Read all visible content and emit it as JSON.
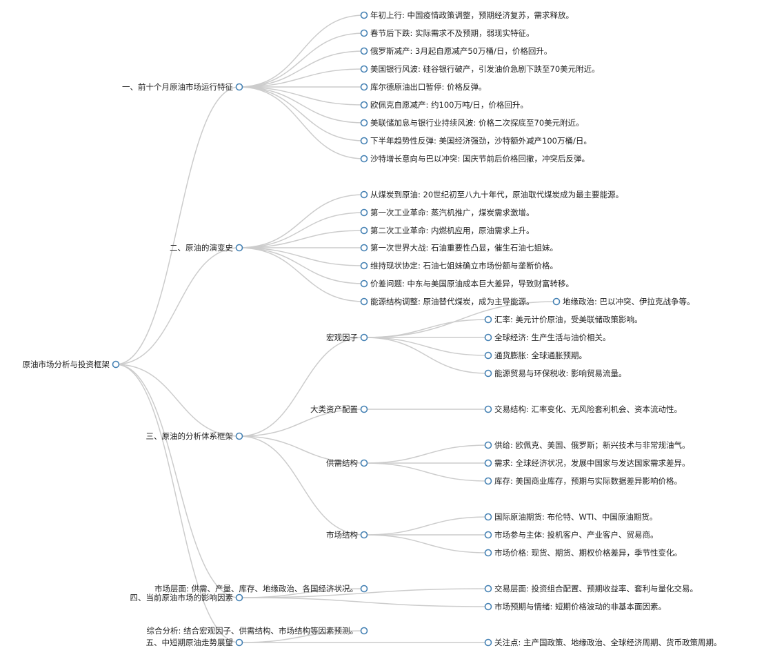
{
  "mindmap": {
    "root": {
      "name": "原油市场分析与投资框架",
      "children": [
        {
          "name": "一、前十个月原油市场运行特征",
          "children": [
            {
              "name": "年初上行: 中国疫情政策调整，预期经济复苏，需求释放。"
            },
            {
              "name": "春节后下跌: 实际需求不及预期，弱现实特征。"
            },
            {
              "name": "俄罗斯减产: 3月起自愿减产50万桶/日，价格回升。"
            },
            {
              "name": "美国银行风波: 硅谷银行破产，引发油价急剧下跌至70美元附近。"
            },
            {
              "name": "库尔德原油出口暂停: 价格反弹。"
            },
            {
              "name": "欧佩克自愿减产: 约100万吨/日，价格回升。"
            },
            {
              "name": "美联储加息与银行业持续风波: 价格二次探底至70美元附近。"
            },
            {
              "name": "下半年趋势性反弹: 美国经济强劲，沙特额外减产100万桶/日。"
            },
            {
              "name": "沙特增长意向与巴以冲突: 国庆节前后价格回撤，冲突后反弹。"
            }
          ]
        },
        {
          "name": "二、原油的演变史",
          "children": [
            {
              "name": "从煤炭到原油: 20世纪初至八九十年代，原油取代煤炭成为最主要能源。"
            },
            {
              "name": "第一次工业革命: 蒸汽机推广，煤炭需求激增。"
            },
            {
              "name": "第二次工业革命: 内燃机应用，原油需求上升。"
            },
            {
              "name": "第一次世界大战: 石油重要性凸显，催生石油七姐妹。"
            },
            {
              "name": "维持现状协定: 石油七姐妹确立市场份额与垄断价格。"
            },
            {
              "name": "价差问题: 中东与美国原油成本巨大差异，导致财富转移。"
            },
            {
              "name": "能源结构调整: 原油替代煤炭，成为主导能源。"
            }
          ]
        },
        {
          "name": "三、原油的分析体系框架",
          "children": [
            {
              "name": "宏观因子",
              "children": [
                {
                  "name": "地缘政治: 巴以冲突、伊拉克战争等。"
                },
                {
                  "name": "汇率: 美元计价原油，受美联储政策影响。"
                },
                {
                  "name": "全球经济: 生产生活与油价相关。"
                },
                {
                  "name": "通货膨胀: 全球通胀预期。"
                },
                {
                  "name": "能源贸易与环保税收: 影响贸易流量。"
                }
              ]
            },
            {
              "name": "大类资产配置",
              "children": [
                {
                  "name": "交易结构: 汇率变化、无风险套利机会、资本流动性。"
                }
              ]
            },
            {
              "name": "供需结构",
              "children": [
                {
                  "name": "供给: 欧佩克、美国、俄罗斯；新兴技术与非常规油气。"
                },
                {
                  "name": "需求: 全球经济状况，发展中国家与发达国家需求差异。"
                },
                {
                  "name": "库存: 美国商业库存，预期与实际数据差异影响价格。"
                }
              ]
            },
            {
              "name": "市场结构",
              "children": [
                {
                  "name": "国际原油期货: 布伦特、WTI、中国原油期货。"
                },
                {
                  "name": "市场参与主体: 投机客户、产业客户、贸易商。"
                },
                {
                  "name": "市场价格: 现货、期货、期权价格差异，季节性变化。"
                }
              ]
            }
          ]
        },
        {
          "name": "四、当前原油市场的影响因素",
          "children": [
            {
              "name": "市场层面: 供需、产量、库存、地缘政治、各国经济状况。"
            },
            {
              "name": "交易层面: 投资组合配置、预期收益率、套利与量化交易。"
            },
            {
              "name": "市场预期与情绪: 短期价格波动的非基本面因素。"
            }
          ]
        },
        {
          "name": "五、中短期原油走势展望",
          "children": [
            {
              "name": "综合分析: 结合宏观因子、供需结构、市场结构等因素预测。"
            },
            {
              "name": "关注点: 主产国政策、地缘政治、全球经济周期、货币政策周期。"
            }
          ]
        }
      ]
    }
  }
}
